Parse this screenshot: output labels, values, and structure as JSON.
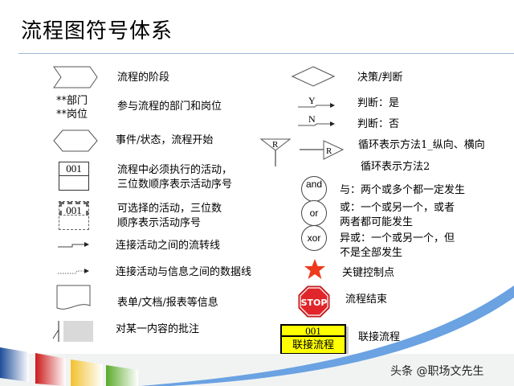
{
  "title": "流程图符号体系",
  "left_column": [
    {
      "symbol": "chevron-stage",
      "label": "流程的阶段"
    },
    {
      "symbol": "department-text",
      "symbol_text": [
        "**部门",
        "**岗位"
      ],
      "label": "参与流程的部门和岗位"
    },
    {
      "symbol": "hexagon-event",
      "label": "事件/状态，流程开始"
    },
    {
      "symbol": "solid-activity-box",
      "symbol_text": "001",
      "label": [
        "流程中必须执行的活动，",
        "三位数顺序表示活动序号"
      ]
    },
    {
      "symbol": "dashed-activity-box",
      "symbol_text": "001",
      "label": [
        "可选择的活动，三位数",
        "顺序表示活动序号"
      ]
    },
    {
      "symbol": "flow-line-arrow",
      "label": "连接活动之间的流转线"
    },
    {
      "symbol": "data-line-arrow",
      "label": "连接活动与信息之间的数据线"
    },
    {
      "symbol": "document-shape",
      "label": "表单/文档/报表等信息"
    },
    {
      "symbol": "annotation-bracket",
      "label": "对某一内容的批注"
    }
  ],
  "right_column": [
    {
      "symbol": "diamond-decision",
      "label": "决策/判断"
    },
    {
      "symbol": "yes-arrow",
      "symbol_text": "Y",
      "label": "判断：是"
    },
    {
      "symbol": "no-arrow",
      "symbol_text": "N",
      "label": "判断：否"
    },
    {
      "symbol": "loop-triangles",
      "symbol_text": "R",
      "label": "循环表示方法1_纵向、横向"
    },
    {
      "symbol": "none",
      "label": "循环表示方法2"
    },
    {
      "symbol": "and-circle",
      "symbol_text": "and",
      "label": "与：两个或多个都一定发生"
    },
    {
      "symbol": "or-circle",
      "symbol_text": "or",
      "label": [
        "或：一个或另一个，或者",
        "两者都可能发生"
      ]
    },
    {
      "symbol": "xor-circle",
      "symbol_text": "xor",
      "label": [
        "异或：一个或另一个，但",
        "不是全部发生"
      ]
    },
    {
      "symbol": "red-star",
      "label": "关键控制点"
    },
    {
      "symbol": "stop-sign",
      "symbol_text": "STOP",
      "label": "流程结束"
    },
    {
      "symbol": "link-process-box",
      "symbol_text": [
        "001",
        "联接流程"
      ],
      "label": "联接流程"
    }
  ],
  "watermark": "头条 @职场文先生",
  "colors": {
    "stripe_blue": "#1f4e9a",
    "stripe_red": "#cc1a1a",
    "stripe_yellow": "#f2c12e",
    "stripe_green": "#5aaa2a",
    "swoosh_blue": "#6aa2e2",
    "star_red": "#ee3a1c",
    "stop_red": "#e0262a",
    "link_yellow": "#ffff00"
  }
}
